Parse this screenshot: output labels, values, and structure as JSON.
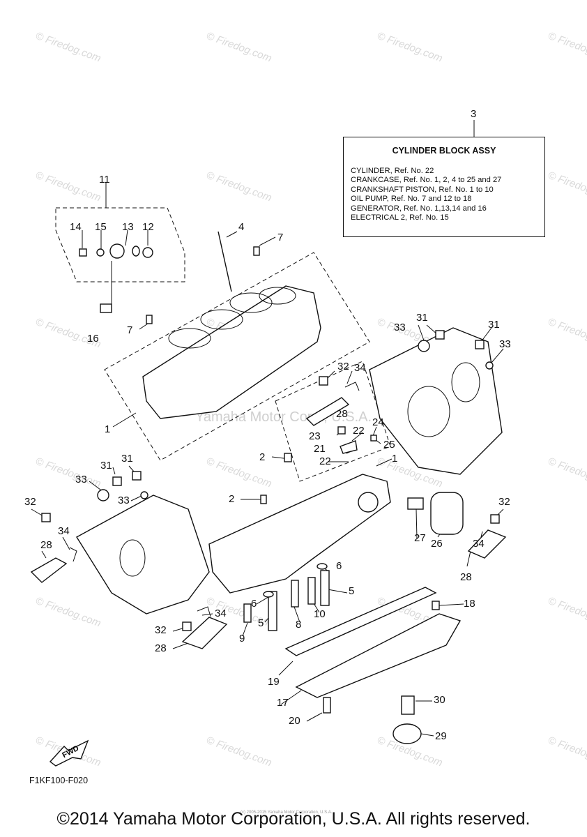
{
  "assy_box": {
    "ref": "3",
    "title": "CYLINDER BLOCK ASSY",
    "lines": [
      "CYLINDER, Ref. No. 22",
      "CRANKCASE, Ref. No. 1, 2, 4 to 25 and 27",
      "CRANKSHAFT PISTON, Ref. No. 1 to 10",
      "OIL PUMP, Ref. No. 7 and 12 to 18",
      "GENERATOR, Ref. No. 1,13,14 and 16",
      "ELECTRICAL 2, Ref. No. 15"
    ]
  },
  "callouts": [
    {
      "label": "11"
    },
    {
      "label": "14"
    },
    {
      "label": "15"
    },
    {
      "label": "13"
    },
    {
      "label": "12"
    },
    {
      "label": "4"
    },
    {
      "label": "7"
    },
    {
      "label": "16"
    },
    {
      "label": "7"
    },
    {
      "label": "1"
    },
    {
      "label": "33"
    },
    {
      "label": "31"
    },
    {
      "label": "31"
    },
    {
      "label": "33"
    },
    {
      "label": "32"
    },
    {
      "label": "34"
    },
    {
      "label": "28"
    },
    {
      "label": "23"
    },
    {
      "label": "22"
    },
    {
      "label": "24"
    },
    {
      "label": "21"
    },
    {
      "label": "25"
    },
    {
      "label": "22"
    },
    {
      "label": "2"
    },
    {
      "label": "1"
    },
    {
      "label": "31"
    },
    {
      "label": "31"
    },
    {
      "label": "33"
    },
    {
      "label": "33"
    },
    {
      "label": "32"
    },
    {
      "label": "34"
    },
    {
      "label": "28"
    },
    {
      "label": "2"
    },
    {
      "label": "27"
    },
    {
      "label": "26"
    },
    {
      "label": "32"
    },
    {
      "label": "34"
    },
    {
      "label": "28"
    },
    {
      "label": "6"
    },
    {
      "label": "6"
    },
    {
      "label": "5"
    },
    {
      "label": "5"
    },
    {
      "label": "8"
    },
    {
      "label": "10"
    },
    {
      "label": "9"
    },
    {
      "label": "34"
    },
    {
      "label": "32"
    },
    {
      "label": "28"
    },
    {
      "label": "18"
    },
    {
      "label": "19"
    },
    {
      "label": "17"
    },
    {
      "label": "30"
    },
    {
      "label": "20"
    },
    {
      "label": "29"
    }
  ],
  "fwd_label": "FWD",
  "diagram_code": "F1KF100-F020",
  "center_watermark": "Yamaha Motor Corp., U.S.A.",
  "watermark_text": "© Firedog.com",
  "tiny_copyright": "(c) 2005-2015 Yamaha Motor Corporation, U.S.A.",
  "copyright": "©2014 Yamaha Motor Corporation, U.S.A. All rights reserved."
}
